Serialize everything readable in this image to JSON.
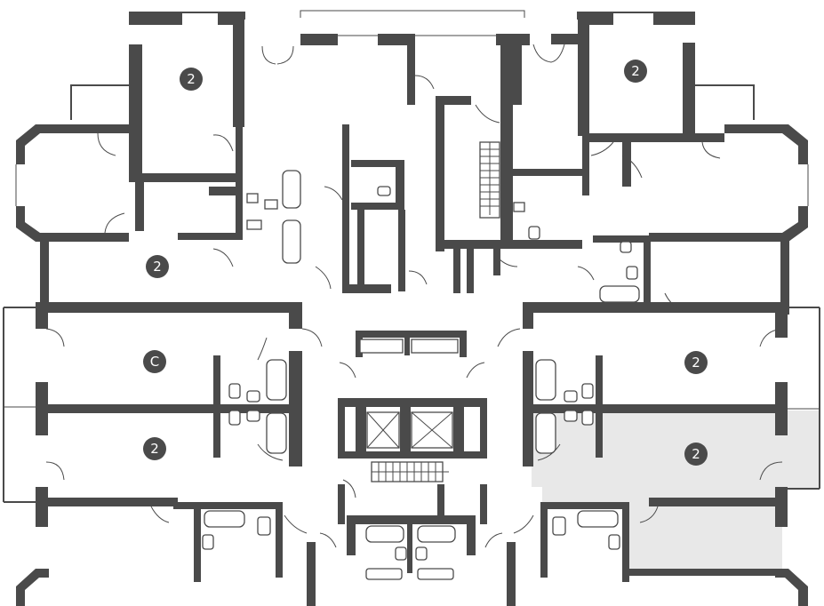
{
  "colors": {
    "wall": "#4a4a4a",
    "highlight": "#e8e8e8",
    "background": "#ffffff",
    "badge_text": "#ffffff"
  },
  "badges": [
    {
      "id": "apt-top-left",
      "label": "2"
    },
    {
      "id": "apt-top-right",
      "label": "2"
    },
    {
      "id": "apt-upper-left",
      "label": "2"
    },
    {
      "id": "apt-studio-left",
      "label": "C"
    },
    {
      "id": "apt-mid-left",
      "label": "2"
    },
    {
      "id": "apt-mid-right",
      "label": "2"
    },
    {
      "id": "apt-highlighted-right",
      "label": "2"
    }
  ]
}
